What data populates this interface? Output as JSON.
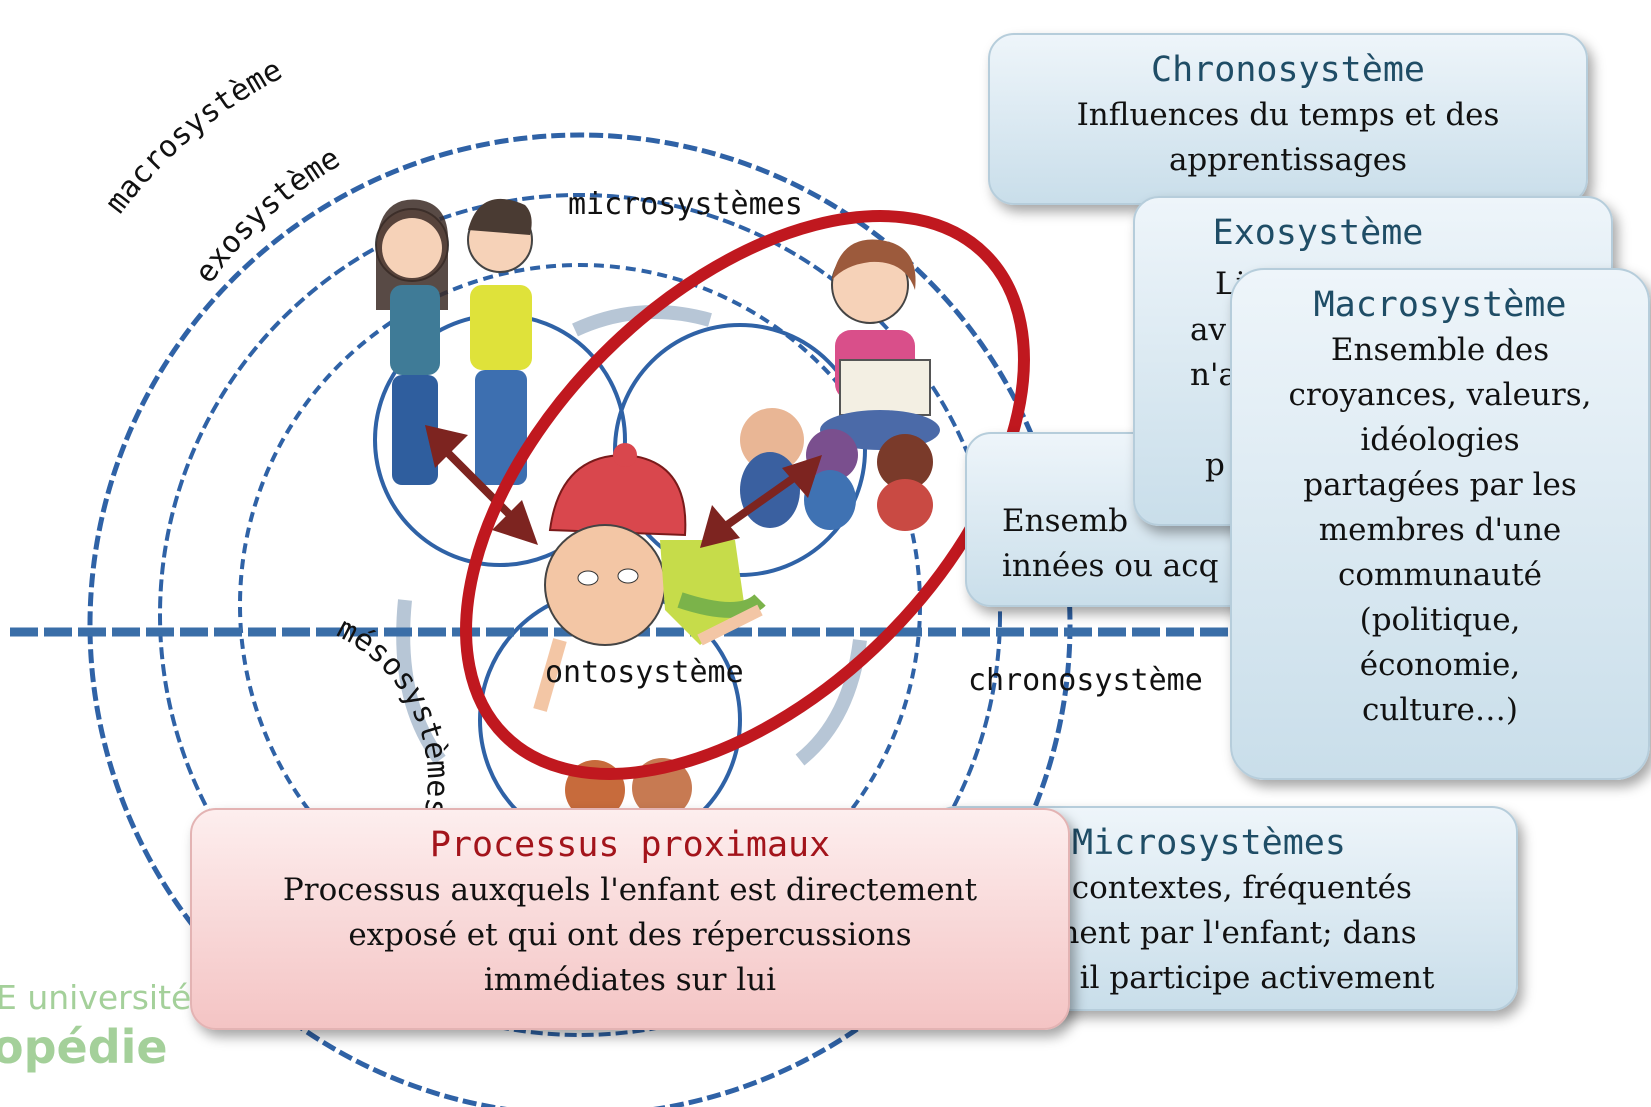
{
  "labels": {
    "macro": "macrosystème",
    "exo": "exosystème",
    "micro": "microsystèmes",
    "onto": "ontosystème",
    "chrono": "chronosystème",
    "meso": "mésosystèmes"
  },
  "boxes": {
    "chrono": {
      "title": "Chronosystème",
      "desc": [
        "Influences du temps et des",
        "apprentissages"
      ]
    },
    "exo": {
      "title": "Exosystème",
      "desc": [
        "Lie",
        "av",
        "n'a",
        "",
        "p"
      ]
    },
    "onto": {
      "title": "",
      "desc": [
        "Ensemb",
        "innées ou acq"
      ]
    },
    "macro": {
      "title": "Macrosystème",
      "desc": [
        "Ensemble des",
        "croyances, valeurs,",
        "idéologies",
        "partagées par les",
        "membres d'une",
        "communauté",
        "(politique,",
        "économie,",
        "culture…)"
      ]
    },
    "micro": {
      "title": "Microsystèmes",
      "desc": [
        ", contextes, fréquentés",
        "ment par l'enfant; dans",
        "ls il participe activement"
      ]
    },
    "proximal": {
      "title": "Processus proximaux",
      "desc": [
        "Processus auxquels l'enfant est directement",
        "exposé et qui ont des répercussions",
        "immédiates sur lui"
      ]
    }
  },
  "logo": {
    "line1": "E université",
    "line2": "opédie"
  },
  "colors": {
    "rings": "#2f62a6",
    "arrow": "#3a6ea8",
    "highlight": "#c0181f",
    "box_title": "#1f4d66",
    "proximal_title": "#a3141b",
    "logo": "#a4d09a"
  }
}
